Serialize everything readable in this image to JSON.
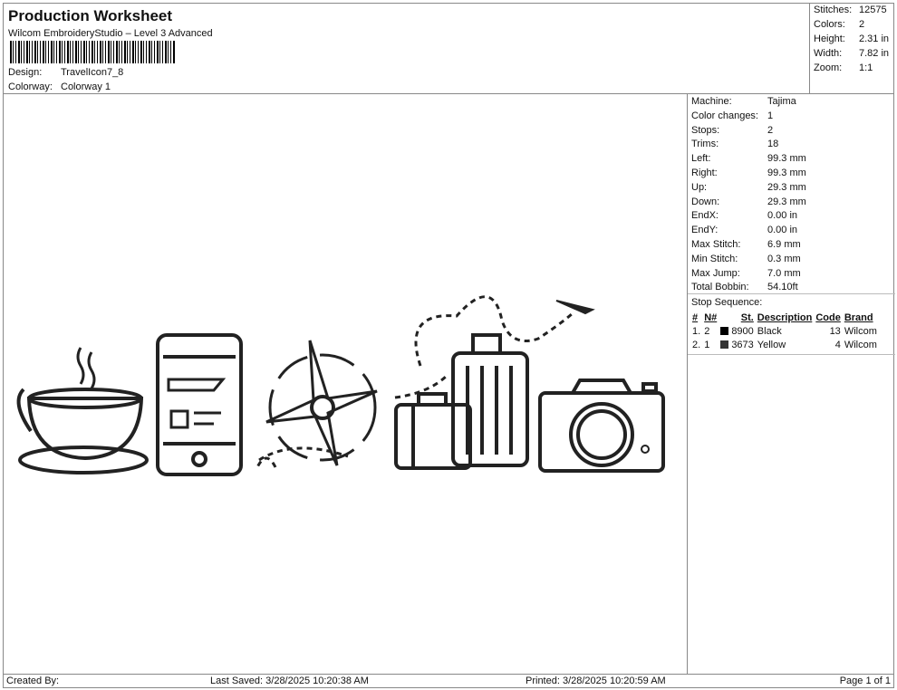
{
  "header": {
    "title": "Production Worksheet",
    "subtitle": "Wilcom EmbroideryStudio – Level 3 Advanced",
    "design_label": "Design:",
    "design": "TravelIcon7_8",
    "colorway_label": "Colorway:",
    "colorway": "Colorway 1"
  },
  "summary": [
    {
      "k": "Stitches:",
      "v": "12575"
    },
    {
      "k": "Colors:",
      "v": "2"
    },
    {
      "k": "Height:",
      "v": "2.31 in"
    },
    {
      "k": "Width:",
      "v": "7.82 in"
    },
    {
      "k": "Zoom:",
      "v": "1:1"
    }
  ],
  "machine": [
    {
      "k": "Machine:",
      "v": "Tajima"
    },
    {
      "k": "Color changes:",
      "v": "1"
    },
    {
      "k": "Stops:",
      "v": "2"
    },
    {
      "k": "Trims:",
      "v": "18"
    },
    {
      "k": "Left:",
      "v": "99.3 mm"
    },
    {
      "k": "Right:",
      "v": "99.3 mm"
    },
    {
      "k": "Up:",
      "v": "29.3 mm"
    },
    {
      "k": "Down:",
      "v": "29.3 mm"
    },
    {
      "k": "EndX:",
      "v": "0.00 in"
    },
    {
      "k": "EndY:",
      "v": "0.00 in"
    },
    {
      "k": "Max Stitch:",
      "v": "6.9 mm"
    },
    {
      "k": "Min Stitch:",
      "v": "0.3 mm"
    },
    {
      "k": "Max Jump:",
      "v": "7.0 mm"
    },
    {
      "k": "Total Bobbin:",
      "v": "54.10ft"
    }
  ],
  "stop_sequence": {
    "title": "Stop Sequence:",
    "headers": [
      "#",
      "N#",
      "St.",
      "Description",
      "Code",
      "Brand"
    ],
    "rows": [
      {
        "idx": "1.",
        "n": "2",
        "color": "#000000",
        "st": "8900",
        "desc": "Black",
        "code": "13",
        "brand": "Wilcom"
      },
      {
        "idx": "2.",
        "n": "1",
        "color": "#333333",
        "st": "3673",
        "desc": "Yellow",
        "code": "4",
        "brand": "Wilcom"
      }
    ]
  },
  "footer": {
    "created": "Created By:",
    "saved": "Last Saved: 3/28/2025 10:20:38 AM",
    "printed": "Printed: 3/28/2025 10:20:59 AM",
    "page": "Page 1 of 1"
  }
}
